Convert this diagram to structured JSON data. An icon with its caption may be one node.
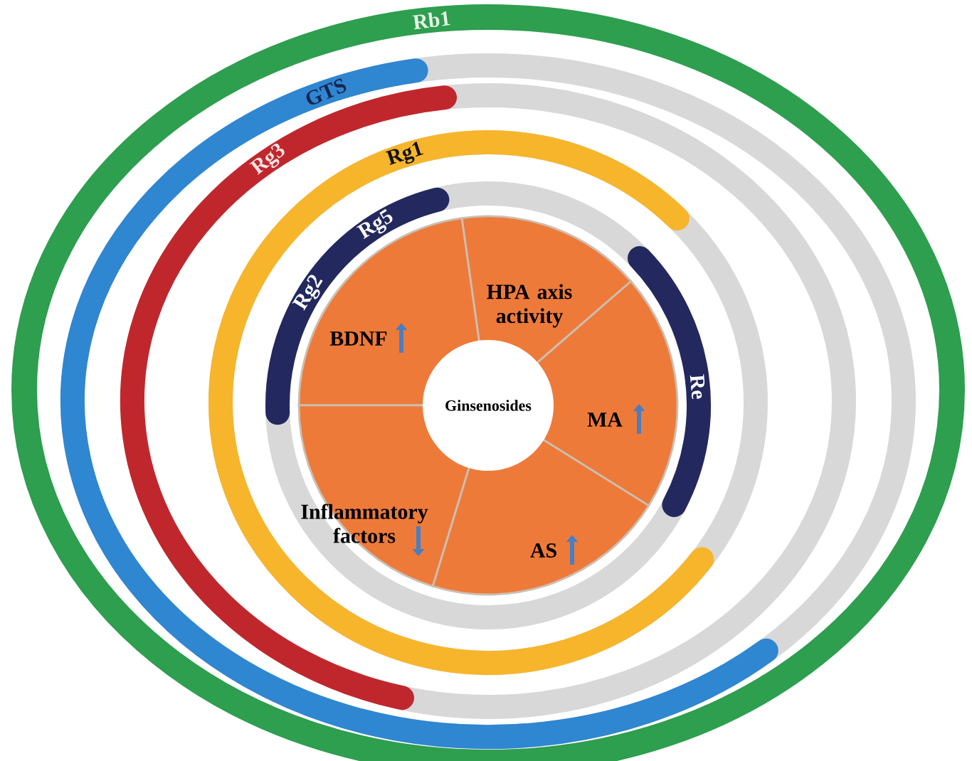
{
  "diagram": {
    "nodes": [
      {
        "text": [
          "HPA axis activity"
        ]
      },
      {
        "text": [
          "BDNF"
        ]
      },
      {
        "text": [
          "Ginsenosides"
        ]
      },
      {
        "text": [
          "MA"
        ]
      },
      {
        "text": [
          "Inflammatory factors"
        ]
      },
      {
        "text": [
          "AS"
        ]
      }
    ],
    "labels": [
      "Rb1",
      "GTS",
      "Rg3",
      "Rg1",
      "Rg5",
      "Rg2",
      "Re"
    ]
  }
}
